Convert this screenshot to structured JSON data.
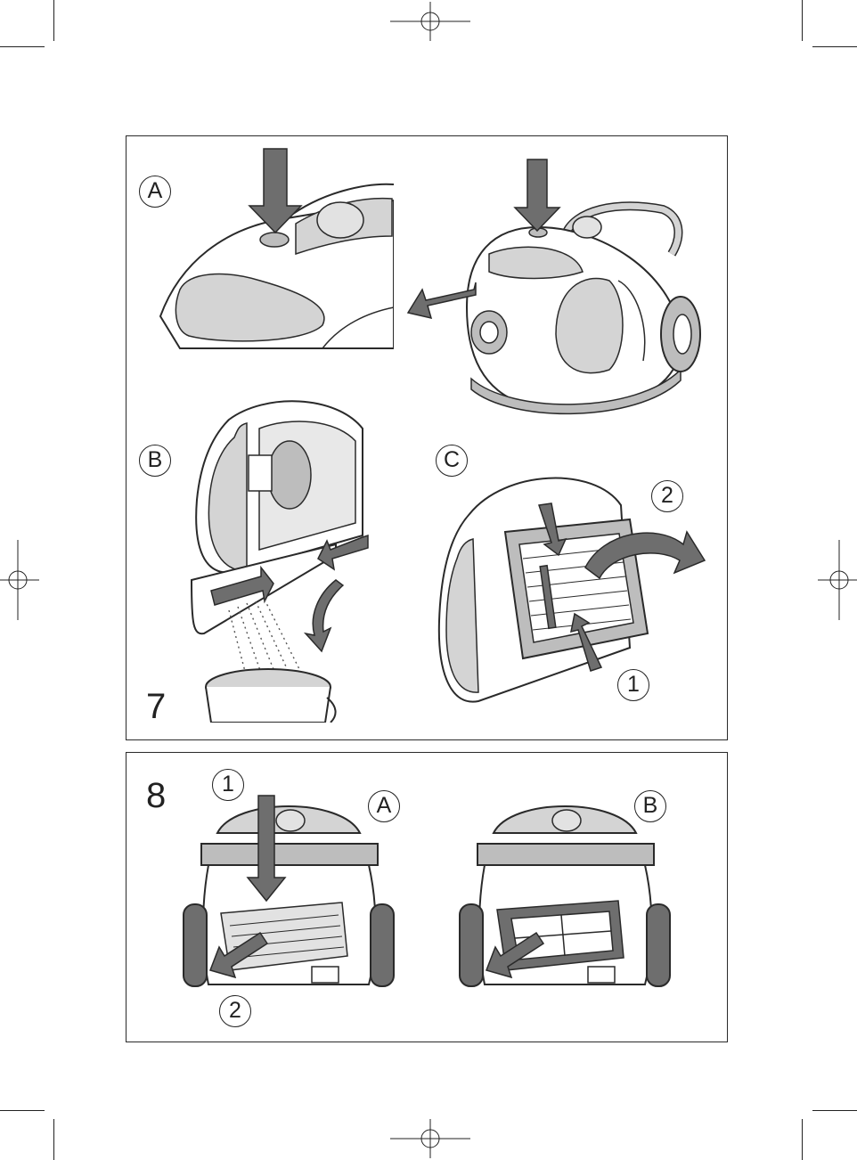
{
  "figure7": {
    "number": "7",
    "labels": {
      "a": "A",
      "b": "B",
      "c": "C",
      "step1": "1",
      "step2": "2"
    }
  },
  "figure8": {
    "number": "8",
    "labels": {
      "a": "A",
      "b": "B",
      "step1": "1",
      "step2": "2"
    }
  },
  "colors": {
    "arrow": "#6e6e6e",
    "body": "#ffffff",
    "shade": "#d4d4d4",
    "outline": "#2a2a2a"
  }
}
